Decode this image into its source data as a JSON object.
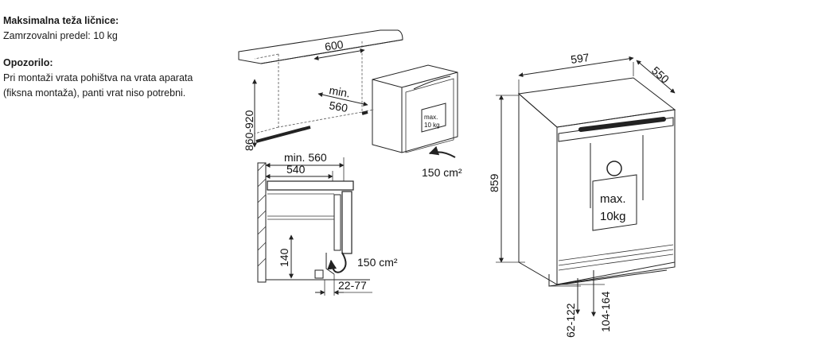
{
  "notes": {
    "max_weight_heading": "Maksimalna teža ličnice:",
    "max_weight_text": "Zamrzovalni predel: 10 kg",
    "warning_heading": "Opozorilo:",
    "warning_line1": "Pri montaži vrata pohištva na vrata aparata",
    "warning_line2": "(fiksna montaža), panti vrat niso potrebni."
  },
  "install_view": {
    "dim_width": "600",
    "dim_min_depth_1": "min.",
    "dim_min_depth_2": "560",
    "dim_height": "860-920",
    "airflow": "150 cm²",
    "weight_1": "max.",
    "weight_2": "10 kg"
  },
  "side_view": {
    "dim_min_depth": "min. 560",
    "dim_depth": "540",
    "dim_plinth": "140",
    "airflow": "150 cm²",
    "dim_gap": "22-77"
  },
  "front_view": {
    "dim_width": "597",
    "dim_depth": "550",
    "dim_height": "859",
    "dim_foot_1": "62-122",
    "dim_foot_2": "104-164",
    "weight_1": "max.",
    "weight_2": "10kg"
  }
}
